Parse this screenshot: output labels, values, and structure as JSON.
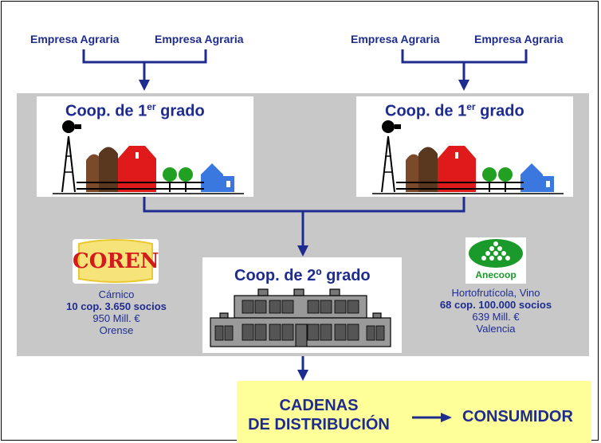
{
  "farm_labels": {
    "left_1": "Empresa Agraria",
    "left_2": "Empresa Agraria",
    "right_1": "Empresa Agraria",
    "right_2": "Empresa Agraria"
  },
  "coop_first": {
    "left_prefix": "Coop. de 1",
    "left_sup": "er",
    "left_suffix": " grado",
    "right_prefix": "Coop. de 1",
    "right_sup": "er",
    "right_suffix": " grado"
  },
  "coop_second": {
    "title": "Coop. de 2º grado"
  },
  "coren": {
    "logo": "COREN",
    "line1": "Cárnico",
    "line2": "10 cop. 3.650 socios",
    "line3": "950 Mill. €",
    "line4": "Orense"
  },
  "anecoop": {
    "logo": "Anecoop",
    "line1": "Hortofrutícola, Vino",
    "line2": "68 cop.  100.000  socios",
    "line3": "639 Mill. €",
    "line4": "Valencia"
  },
  "distribution": {
    "line1": "CADENAS",
    "line2": "DE DISTRIBUCIÓN",
    "consumer": "CONSUMIDOR"
  },
  "colors": {
    "navy": "#1f2c8f",
    "gray_panel": "#c8c8c8",
    "yellow_panel": "#ffff99"
  }
}
